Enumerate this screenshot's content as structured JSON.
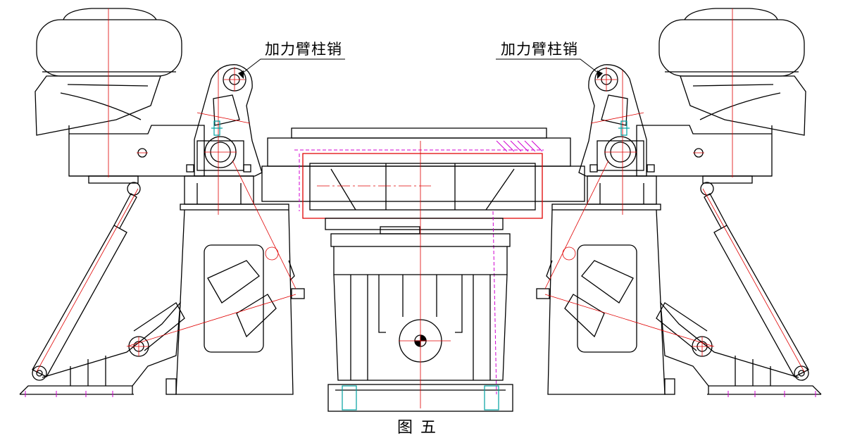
{
  "labels": {
    "left_callout": "加力臂柱销",
    "right_callout": "加力臂柱销"
  },
  "caption": "图 五",
  "colors": {
    "outline": "#000000",
    "centerline": "#e00000",
    "hidden_line": "#d000d0",
    "section_hatch": "#00a0a0",
    "background": "#ffffff"
  }
}
